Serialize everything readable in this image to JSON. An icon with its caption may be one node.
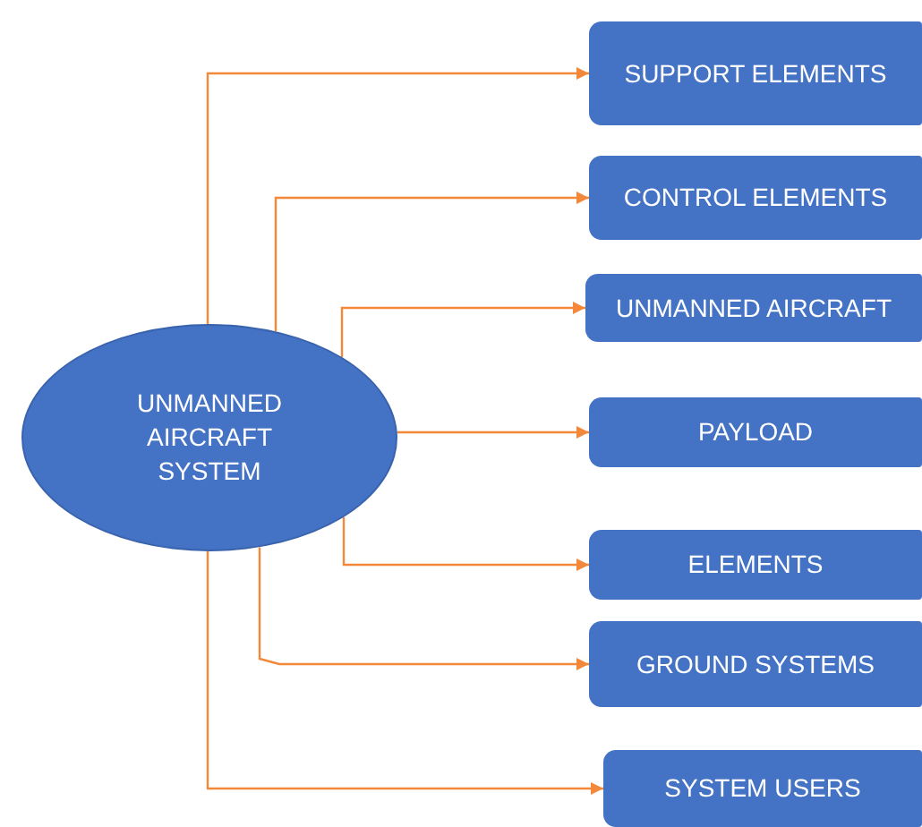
{
  "diagram": {
    "nodes": [
      {
        "text": [
          "UNMANNED AIRCRAFT SYSTEM"
        ]
      },
      {
        "text": [
          "SUPPORT ELEMENTS"
        ]
      },
      {
        "text": [
          "CONTROL ELEMENTS"
        ]
      },
      {
        "text": [
          "UNMANNED AIRCRAFT"
        ]
      },
      {
        "text": [
          "PAYLOAD"
        ]
      },
      {
        "text": [
          "ELEMENTS"
        ]
      },
      {
        "text": [
          "GROUND SYSTEMS"
        ]
      },
      {
        "text": [
          "SYSTEM USERS"
        ]
      }
    ],
    "edges": [
      {
        "from": 0,
        "to": 1,
        "arrow": "to"
      },
      {
        "from": 0,
        "to": 2,
        "arrow": "to"
      },
      {
        "from": 0,
        "to": 3,
        "arrow": "to"
      },
      {
        "from": 0,
        "to": 4,
        "arrow": "to"
      },
      {
        "from": 0,
        "to": 5,
        "arrow": "to"
      },
      {
        "from": 0,
        "to": 6,
        "arrow": "to"
      },
      {
        "from": 0,
        "to": 7,
        "arrow": "to"
      }
    ]
  }
}
